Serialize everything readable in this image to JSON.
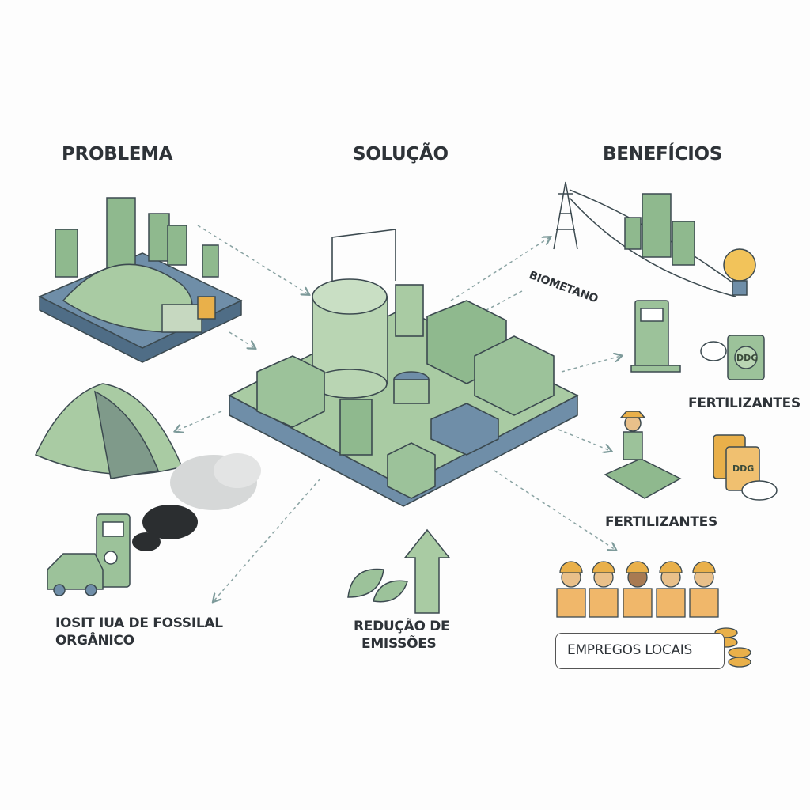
{
  "headings": {
    "problem": "PROBLEMA",
    "solution": "SOLUÇÃO",
    "benefits": "BENEFÍCIOS"
  },
  "problem": {
    "caption_line1": "IOSIT IUA DE FOSSILAL",
    "caption_line2": "ORGÂNICO"
  },
  "solution": {
    "caption_line1": "REDUÇÃO DE",
    "caption_line2": "EMISSÕES"
  },
  "benefits": {
    "biomethane": "BIOMETANO",
    "fertilizers_1": "FERTILIZANTES",
    "fertilizers_2": "FERTILIZANTES",
    "ddg_1": "DDG",
    "ddg_2": "DDG",
    "jobs": "EMPREGOS LOCAIS"
  },
  "colors": {
    "green": "#9cc29a",
    "dark_green": "#5f8a62",
    "blue": "#5f7f99",
    "outline": "#3c4a50",
    "accent": "#e9b04a"
  }
}
